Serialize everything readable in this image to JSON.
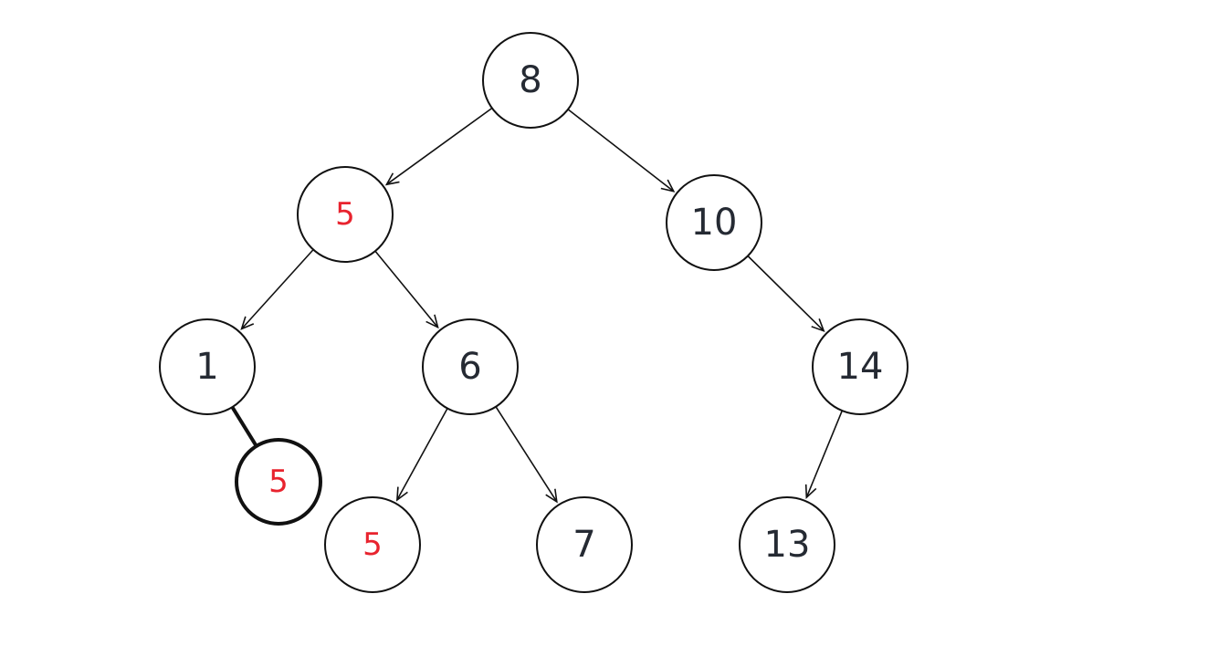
{
  "colors": {
    "default_label": "#252a33",
    "highlight_label": "#e8232e",
    "stroke": "#111111"
  },
  "tree": {
    "nodes": [
      {
        "id": "n8",
        "label": "8",
        "highlight": false,
        "bold": false
      },
      {
        "id": "n5",
        "label": "5",
        "highlight": true,
        "bold": false
      },
      {
        "id": "n10",
        "label": "10",
        "highlight": false,
        "bold": false
      },
      {
        "id": "n1",
        "label": "1",
        "highlight": false,
        "bold": false
      },
      {
        "id": "n6",
        "label": "6",
        "highlight": false,
        "bold": false
      },
      {
        "id": "n14",
        "label": "14",
        "highlight": false,
        "bold": false
      },
      {
        "id": "n5-new",
        "label": "5",
        "highlight": true,
        "bold": true
      },
      {
        "id": "n5-b",
        "label": "5",
        "highlight": true,
        "bold": false
      },
      {
        "id": "n7",
        "label": "7",
        "highlight": false,
        "bold": false
      },
      {
        "id": "n13",
        "label": "13",
        "highlight": false,
        "bold": false
      }
    ],
    "edges": [
      {
        "from": "n8",
        "to": "n5",
        "style": "arrow"
      },
      {
        "from": "n8",
        "to": "n10",
        "style": "arrow"
      },
      {
        "from": "n5",
        "to": "n1",
        "style": "arrow"
      },
      {
        "from": "n5",
        "to": "n6",
        "style": "arrow"
      },
      {
        "from": "n10",
        "to": "n14",
        "style": "arrow"
      },
      {
        "from": "n1",
        "to": "n5-new",
        "style": "thick"
      },
      {
        "from": "n6",
        "to": "n5-b",
        "style": "arrow"
      },
      {
        "from": "n6",
        "to": "n7",
        "style": "arrow"
      },
      {
        "from": "n14",
        "to": "n13",
        "style": "arrow"
      }
    ]
  }
}
